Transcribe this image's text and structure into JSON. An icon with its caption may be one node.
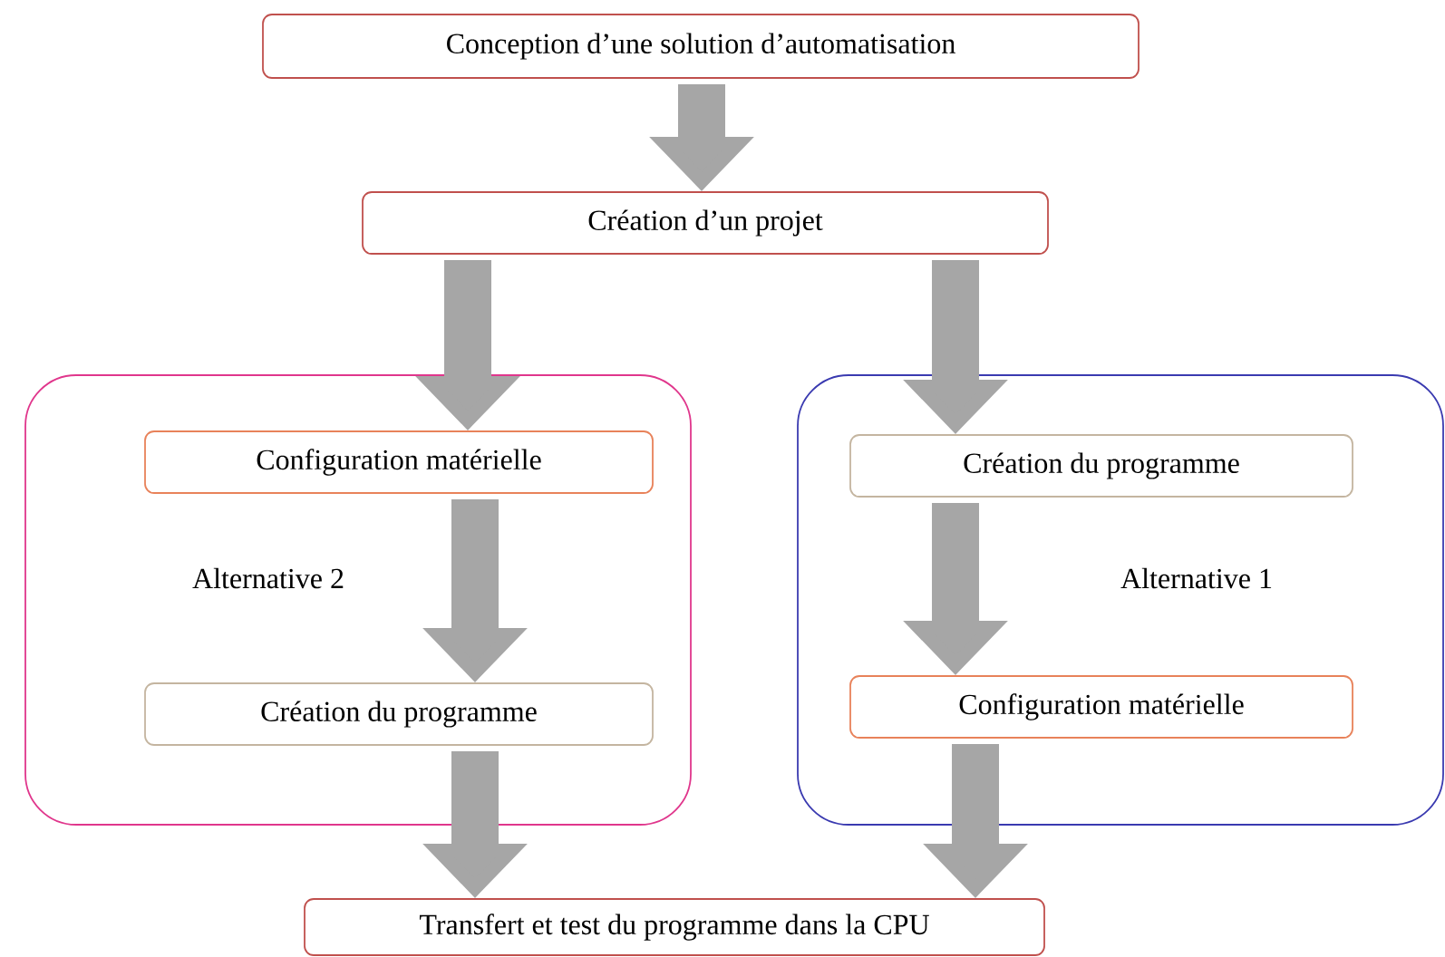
{
  "diagram": {
    "nodes": [
      {
        "text": [
          "Conception d’une solution d’automatisation"
        ]
      },
      {
        "text": [
          "Création d’un projet"
        ]
      },
      {
        "text": [
          "Alternative 2"
        ]
      },
      {
        "text": [
          "Configuration matérielle"
        ],
        "in": 2
      },
      {
        "text": [
          "Création du programme"
        ],
        "in": 2
      },
      {
        "text": [
          "Alternative 1"
        ]
      },
      {
        "text": [
          "Création du programme"
        ],
        "in": 5
      },
      {
        "text": [
          "Configuration matérielle"
        ],
        "in": 5
      },
      {
        "text": [
          "Transfert et test du programme dans la CPU"
        ]
      }
    ],
    "edges": [
      {
        "from": 0,
        "to": 1,
        "arrow": "to"
      },
      {
        "from": 1,
        "to": 3,
        "arrow": "to"
      },
      {
        "from": 1,
        "to": 6,
        "arrow": "to"
      },
      {
        "from": 3,
        "to": 4,
        "arrow": "to"
      },
      {
        "from": 6,
        "to": 7,
        "arrow": "to"
      },
      {
        "from": 4,
        "to": 8,
        "arrow": "to"
      },
      {
        "from": 7,
        "to": 8,
        "arrow": "to"
      }
    ]
  }
}
